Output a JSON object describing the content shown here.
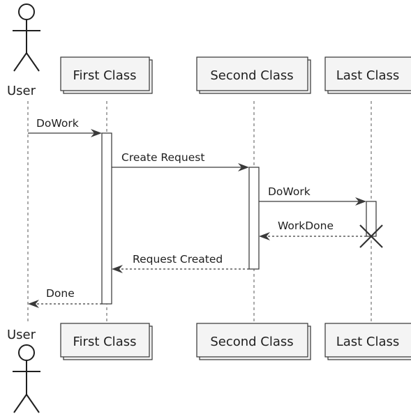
{
  "participants": {
    "user": "User",
    "first": "First Class",
    "second": "Second Class",
    "last": "Last Class"
  },
  "messages": {
    "m1": "DoWork",
    "m2": "Create Request",
    "m3": "DoWork",
    "m4": "WorkDone",
    "m5": "Request Created",
    "m6": "Done"
  }
}
